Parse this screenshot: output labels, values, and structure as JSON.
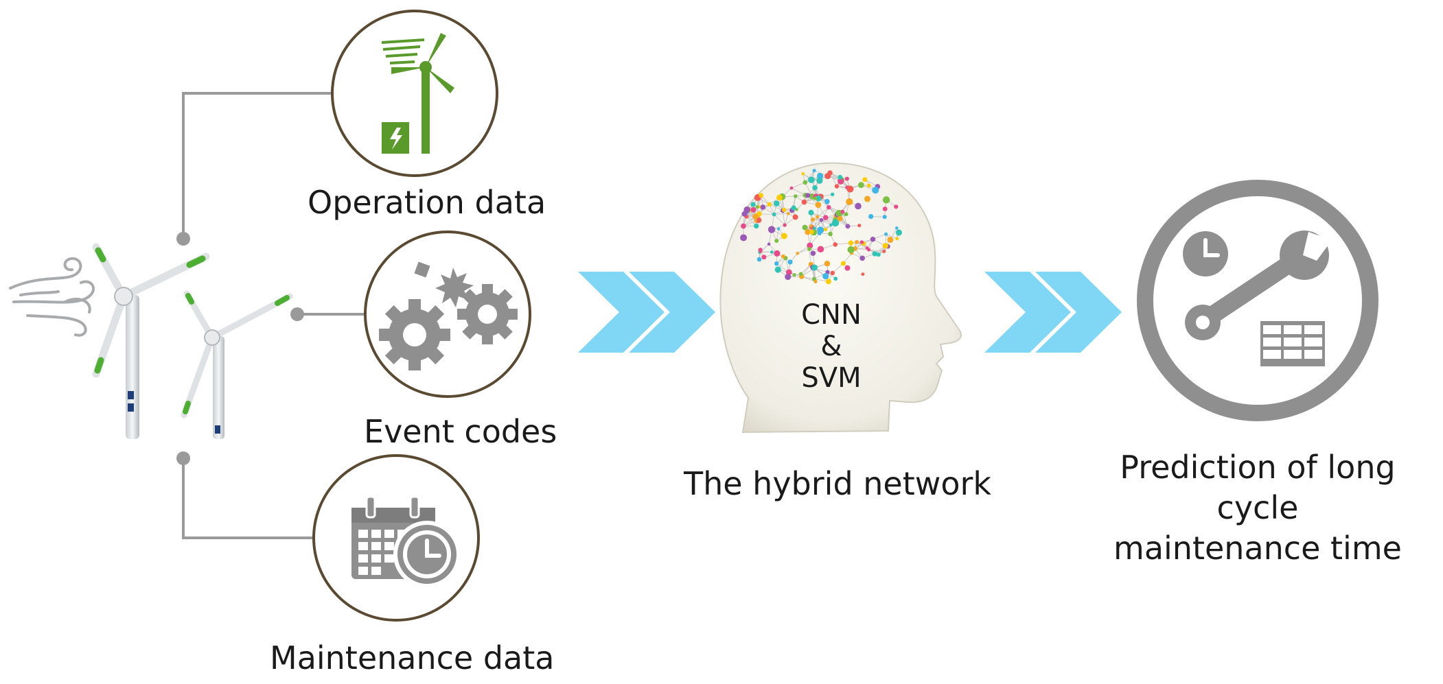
{
  "diagram": {
    "inputs": [
      {
        "id": "operation",
        "label": "Operation data",
        "icon": "wind-turbine-power-icon"
      },
      {
        "id": "event",
        "label": "Event codes",
        "icon": "gears-icon"
      },
      {
        "id": "maintenance",
        "label": "Maintenance data",
        "icon": "calendar-clock-icon"
      }
    ],
    "model": {
      "head_lines": [
        "CNN",
        "&",
        "SVM"
      ],
      "label": "The hybrid network",
      "icon": "brain-network-head-icon"
    },
    "output": {
      "label_lines": [
        "Prediction of long cycle",
        "maintenance time"
      ],
      "icon": "clock-wrench-table-icon"
    },
    "source_icon": "wind-turbines-icon",
    "colors": {
      "arrow": "#7fd6f5",
      "icon_gray": "#8f8f8f",
      "icon_green": "#5a9a2b",
      "circle_border": "#5b4a32",
      "connector": "#9a9a9a"
    }
  }
}
